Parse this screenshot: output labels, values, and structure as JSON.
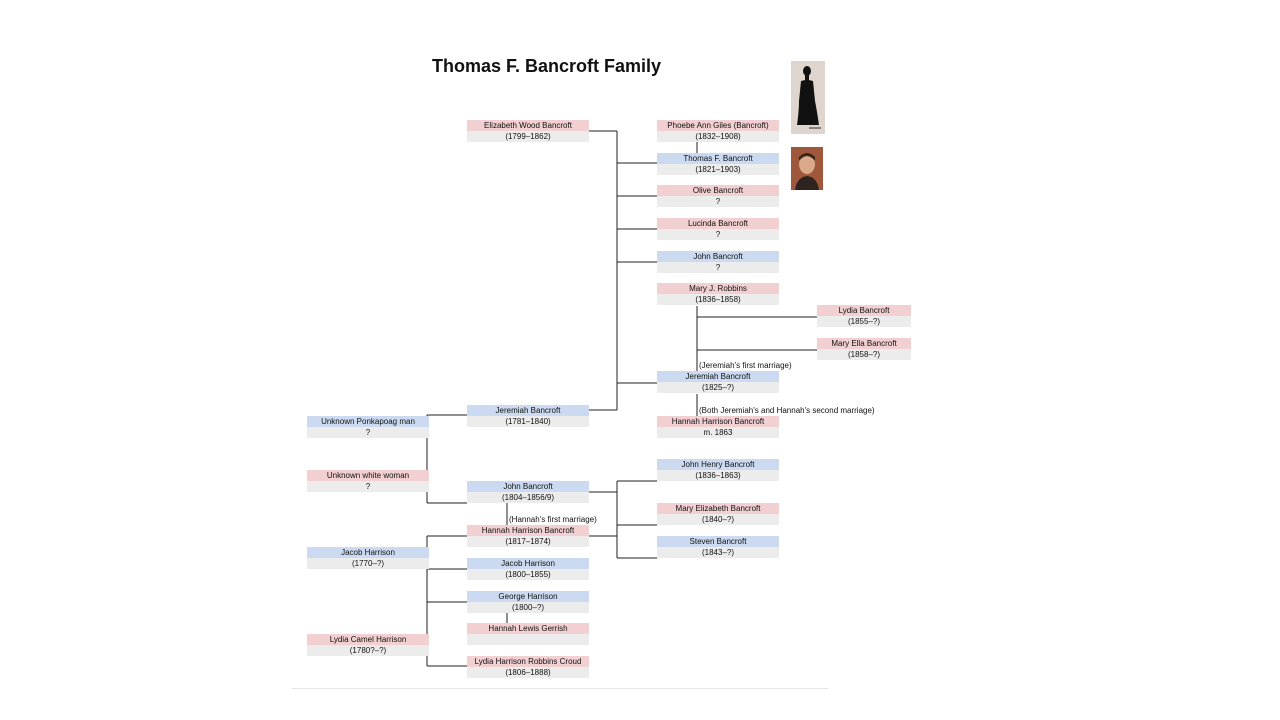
{
  "title": "Thomas F. Bancroft Family",
  "colors": {
    "female": "#f2cfd0",
    "male": "#cbdaf0",
    "date_band": "#ececec"
  },
  "people": {
    "elizabeth_wood": {
      "name": "Elizabeth Wood Bancroft",
      "dates": "(1799–1862)"
    },
    "phoebe_giles": {
      "name": "Phoebe Ann Giles (Bancroft)",
      "dates": "(1832–1908)"
    },
    "thomas": {
      "name": "Thomas F. Bancroft",
      "dates": "(1821–1903)"
    },
    "olive": {
      "name": "Olive Bancroft",
      "dates": "?"
    },
    "lucinda": {
      "name": "Lucinda Bancroft",
      "dates": "?"
    },
    "john_b1": {
      "name": "John Bancroft",
      "dates": "?"
    },
    "mary_robbins": {
      "name": "Mary J. Robbins",
      "dates": "(1836–1858)"
    },
    "lydia_b": {
      "name": "Lydia Bancroft",
      "dates": "(1855–?)"
    },
    "mary_ella": {
      "name": "Mary Ella Bancroft",
      "dates": "(1858–?)"
    },
    "jeremiah_jr": {
      "name": "Jeremiah Bancroft",
      "dates": "(1825–?)"
    },
    "hannah_hb2": {
      "name": "Hannah Harrison Bancroft",
      "dates": "m. 1863"
    },
    "jeremiah_sr": {
      "name": "Jeremiah Bancroft",
      "dates": "(1781–1840)"
    },
    "ponkapoag": {
      "name": "Unknown Ponkapoag man",
      "dates": "?"
    },
    "white_woman": {
      "name": "Unknown white woman",
      "dates": "?"
    },
    "john_b2": {
      "name": "John Bancroft",
      "dates": "(1804–1856/9)"
    },
    "hannah_hb": {
      "name": "Hannah Harrison Bancroft",
      "dates": "(1817–1874)"
    },
    "john_henry": {
      "name": "John Henry Bancroft",
      "dates": "(1836–1863)"
    },
    "mary_elizabeth": {
      "name": "Mary Elizabeth Bancroft",
      "dates": "(1840–?)"
    },
    "steven": {
      "name": "Steven Bancroft",
      "dates": "(1843–?)"
    },
    "jacob_sr": {
      "name": "Jacob Harrison",
      "dates": "(1770–?)"
    },
    "jacob_jr": {
      "name": "Jacob Harrison",
      "dates": "(1800–1855)"
    },
    "george": {
      "name": "George Harrison",
      "dates": "(1800–?)"
    },
    "hannah_gerrish": {
      "name": "Hannah Lewis Gerrish",
      "dates": ""
    },
    "lydia_camel": {
      "name": "Lydia Camel Harrison",
      "dates": "(1780?–?)"
    },
    "lydia_croud": {
      "name": "Lydia Harrison Robbins Croud",
      "dates": "(1806–1888)"
    }
  },
  "notes": {
    "jeremiah_first": "(Jeremiah's first marriage)",
    "both_second": "(Both Jeremiah's and Hannah's second marriage)",
    "hannah_first": "(Hannah's first marriage)"
  },
  "photos": {
    "silhouette": "silhouette-portrait",
    "portrait": "man-portrait"
  }
}
